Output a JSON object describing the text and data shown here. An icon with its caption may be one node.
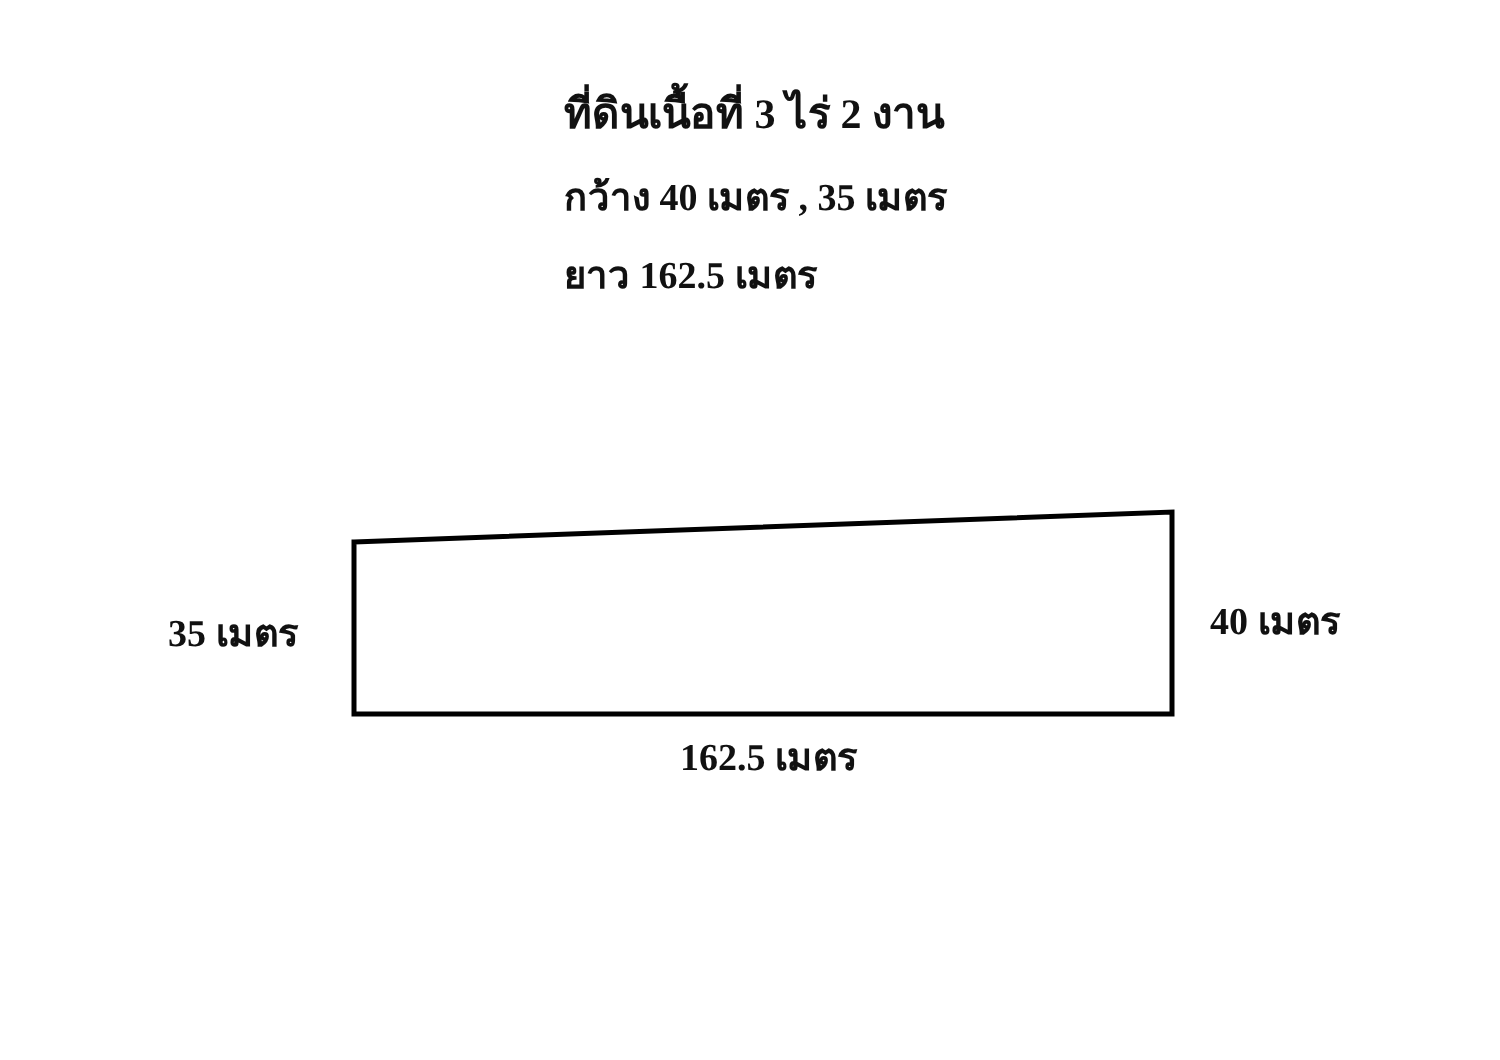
{
  "diagram": {
    "title": "ที่ดินเนื้อที่ 3 ไร่ 2 งาน",
    "nodes": [
      {
        "text": [],
        "shape": "box"
      }
    ],
    "labels": [
      "กว้าง 40 เมตร , 35 เมตร",
      "ยาว 162.5 เมตร",
      "35 เมตร",
      "40 เมตร",
      "162.5 เมตร"
    ]
  }
}
